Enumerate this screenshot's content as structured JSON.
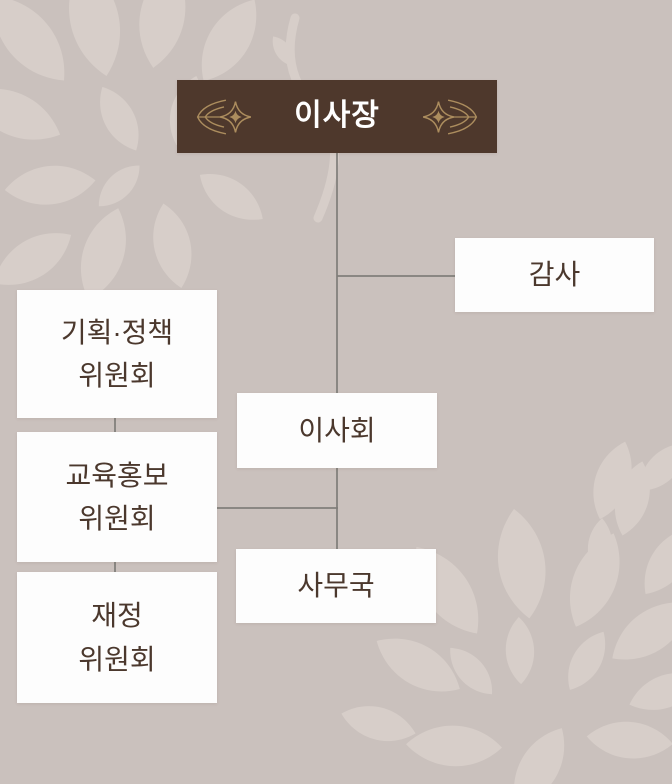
{
  "org": {
    "chairman": {
      "label": "이사장"
    },
    "auditor": {
      "label": "감사"
    },
    "board": {
      "label": "이사회"
    },
    "office": {
      "label": "사무국"
    },
    "committees": [
      {
        "line1": "기획·정책",
        "line2": "위원회"
      },
      {
        "line1": "교육홍보",
        "line2": "위원회"
      },
      {
        "line1": "재정",
        "line2": "위원회"
      }
    ]
  },
  "colors": {
    "background": "#cac1bd",
    "pattern": "#d7cec9",
    "box_background": "#fdfdfd",
    "chairman_background": "#4e382c",
    "chairman_text": "#ffffff",
    "node_text": "#4b382d",
    "ornament_gold": "#ac8d5e",
    "connector": "#7f7c79"
  }
}
